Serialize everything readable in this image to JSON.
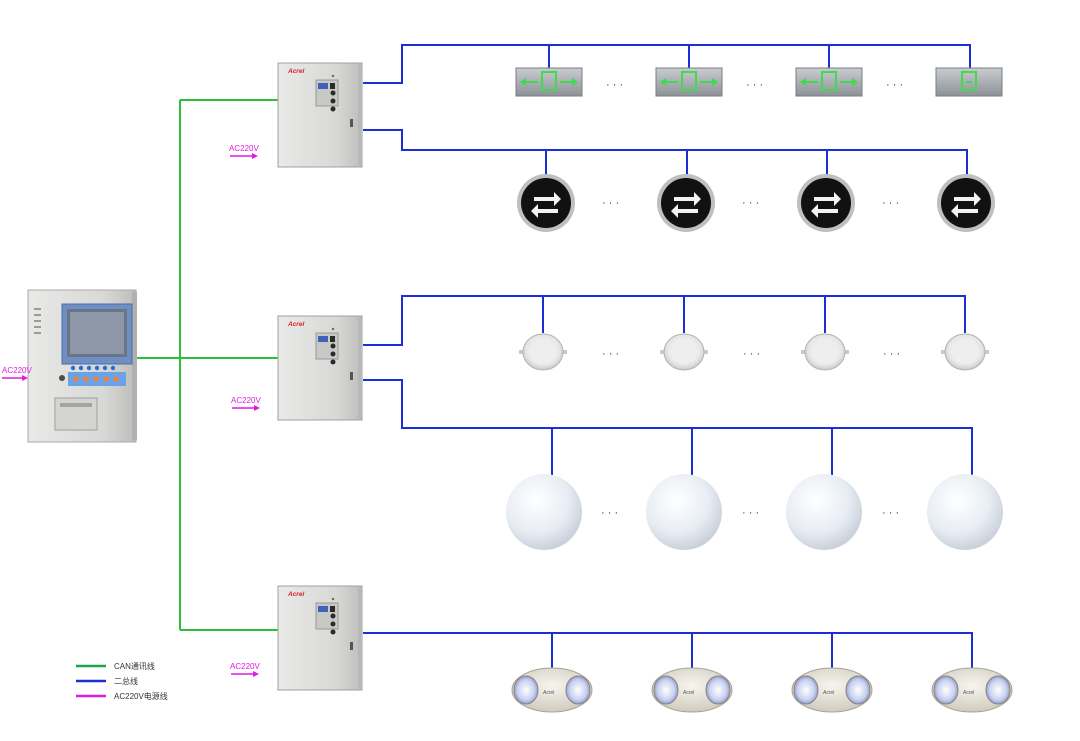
{
  "power_label": "AC220V",
  "brand": "Acrel",
  "ellipsis": "· · ·",
  "legend": {
    "items": [
      {
        "label": "CAN通讯线",
        "color": "#1aa64a"
      },
      {
        "label": "二总线",
        "color": "#1c2fd6"
      },
      {
        "label": "AC220V电源线",
        "color": "#e01ce0"
      }
    ]
  },
  "colors": {
    "can_line": "#2dbf3a",
    "bus_line": "#1c2fd6",
    "power_arrow": "#e01ce0",
    "cabinet": "#dcdcda",
    "panel_blue": "#6aa2e6"
  },
  "device_rows": [
    {
      "type": "exit-sign"
    },
    {
      "type": "round-direction-sign"
    },
    {
      "type": "downlight"
    },
    {
      "type": "globe-lamp"
    },
    {
      "type": "dual-head-emergency-lamp"
    }
  ]
}
